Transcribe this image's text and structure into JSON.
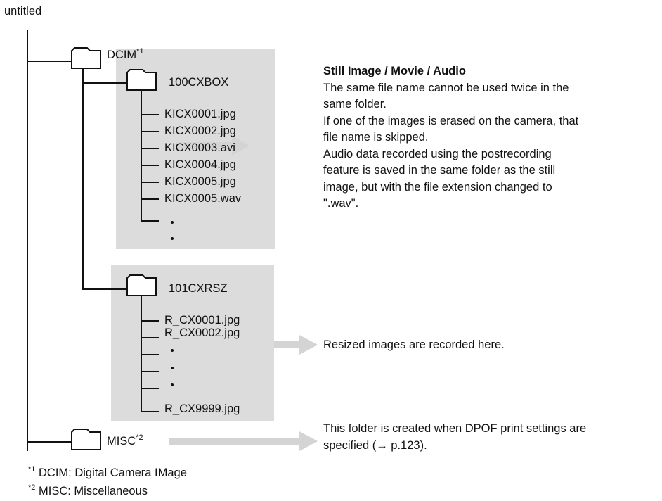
{
  "title": "untitled",
  "tree": {
    "dcim": {
      "label": "DCIM",
      "footnote_mark": "*1"
    },
    "folder1": {
      "label": "100CXBOX",
      "files": [
        "KICX0001.jpg",
        "KICX0002.jpg",
        "KICX0003.avi",
        "KICX0004.jpg",
        "KICX0005.jpg",
        "KICX0005.wav"
      ]
    },
    "folder2": {
      "label": "101CXRSZ",
      "files_top": [
        "R_CX0001.jpg",
        "R_CX0002.jpg"
      ],
      "file_last": "R_CX9999.jpg"
    },
    "misc": {
      "label": "MISC",
      "footnote_mark": "*2"
    }
  },
  "descriptions": {
    "still": {
      "heading": "Still Image / Movie / Audio",
      "lines": [
        "The same file name cannot be used twice in the",
        "same folder.",
        "If one of the images is erased on the camera, that",
        "file name is skipped.",
        "Audio data recorded using the postrecording",
        "feature is saved in the same folder as the still",
        "image, but with the file extension changed to",
        "\".wav\"."
      ]
    },
    "resized": "Resized images are recorded here.",
    "misc": {
      "line1": "This folder is created when DPOF print settings are",
      "line2_pre": "specified (",
      "arrow": "→",
      "link": "p.123",
      "line2_post": ")."
    }
  },
  "footnotes": [
    {
      "mark": "*1",
      "text": "DCIM: Digital Camera IMage"
    },
    {
      "mark": "*2",
      "text": "MISC: Miscellaneous"
    }
  ],
  "colors": {
    "shade": "#dcdcdc",
    "line": "#111111",
    "arrow": "#d4d4d4"
  }
}
